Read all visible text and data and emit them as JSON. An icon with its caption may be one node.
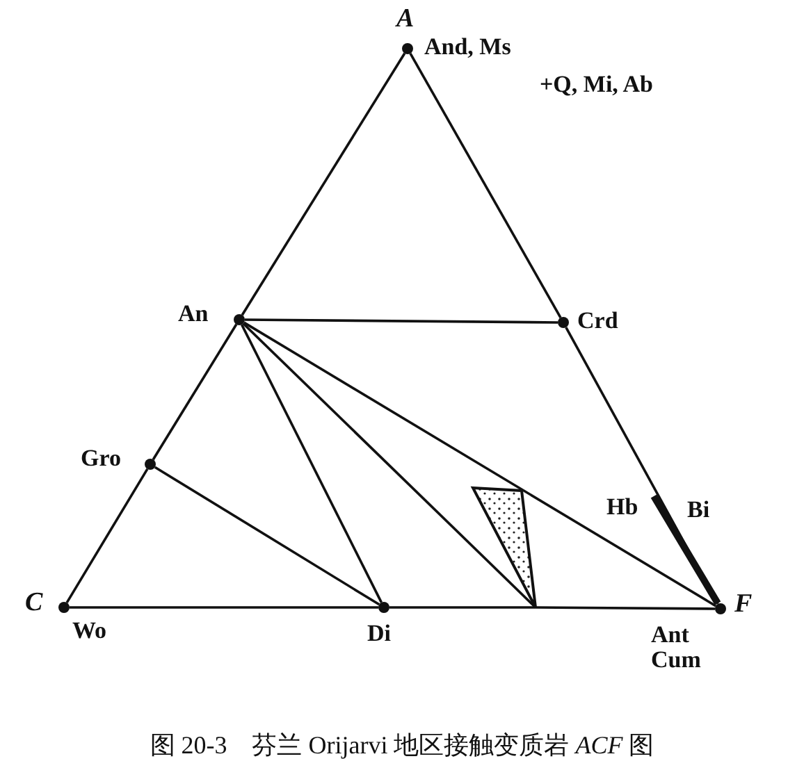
{
  "diagram": {
    "caption": "图 20-3　芬兰 Orijarvi 地区接触变质岩 *ACF* 图",
    "nodes": [
      {
        "text": [
          "A",
          "And, Ms"
        ]
      },
      {
        "text": [
          "Crd"
        ]
      },
      {
        "text": [
          "An"
        ]
      },
      {
        "text": [
          "Gro"
        ]
      },
      {
        "text": [
          "C",
          "Wo"
        ]
      },
      {
        "text": [
          "Di"
        ]
      },
      {
        "text": [],
        "shape": "triangle"
      },
      {
        "text": [
          "F",
          "Ant Cum"
        ]
      }
    ],
    "edges": [
      {
        "from": 0,
        "to": 2,
        "arrow": "none"
      },
      {
        "from": 2,
        "to": 3,
        "arrow": "none"
      },
      {
        "from": 3,
        "to": 4,
        "arrow": "none"
      },
      {
        "from": 4,
        "to": 5,
        "arrow": "none"
      },
      {
        "from": 5,
        "to": 6,
        "arrow": "none"
      },
      {
        "from": 6,
        "to": 7,
        "arrow": "none"
      },
      {
        "from": 7,
        "to": 1,
        "arrow": "none"
      },
      {
        "from": 1,
        "to": 0,
        "arrow": "none"
      },
      {
        "from": 2,
        "to": 1,
        "arrow": "none"
      },
      {
        "from": 2,
        "to": 5,
        "arrow": "none"
      },
      {
        "from": 2,
        "to": 6,
        "arrow": "none"
      },
      {
        "from": 2,
        "to": 7,
        "arrow": "none"
      },
      {
        "from": 3,
        "to": 5,
        "arrow": "none"
      }
    ],
    "labels": [
      "+Q, Mi, Ab",
      "Hb",
      "Bi"
    ]
  }
}
